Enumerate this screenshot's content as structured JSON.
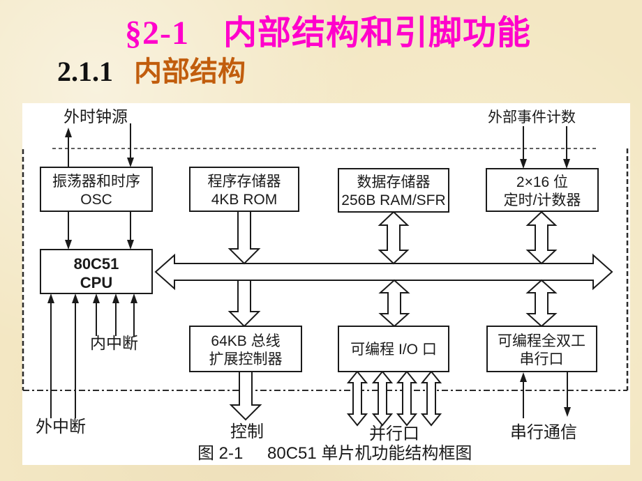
{
  "slide": {
    "title": "§2-1　内部结构和引脚功能",
    "section_number": "2.1.1",
    "section_title": "内部结构",
    "figure_caption_number": "图 2-1",
    "figure_caption_text": "80C51 单片机功能结构框图"
  },
  "colors": {
    "background": "#F3E7C3",
    "title": "#FF00CB",
    "section_accent": "#C15D0D",
    "panel": "#FFFFFF",
    "line": "#1A1A1A"
  },
  "diagram": {
    "external_labels": {
      "ext_clock": "外时钟源",
      "ext_event_count": "外部事件计数",
      "internal_interrupt": "内中断",
      "external_interrupt": "外中断",
      "control": "控制",
      "parallel_port": "并行口",
      "serial_comm": "串行通信"
    },
    "blocks": {
      "osc": {
        "line1": "振荡器和时序",
        "line2": "OSC"
      },
      "rom": {
        "line1": "程序存储器",
        "line2": "4KB ROM"
      },
      "ram": {
        "line1": "数据存储器",
        "line2": "256B RAM/SFR"
      },
      "timer": {
        "line1": "2×16 位",
        "line2": "定时/计数器"
      },
      "cpu": {
        "line1": "80C51",
        "line2": "CPU"
      },
      "bus_ctrl": {
        "line1": "64KB 总线",
        "line2": "扩展控制器"
      },
      "io": {
        "line1": "可编程 I/O 口"
      },
      "serial": {
        "line1": "可编程全双工",
        "line2": "串行口"
      }
    }
  }
}
